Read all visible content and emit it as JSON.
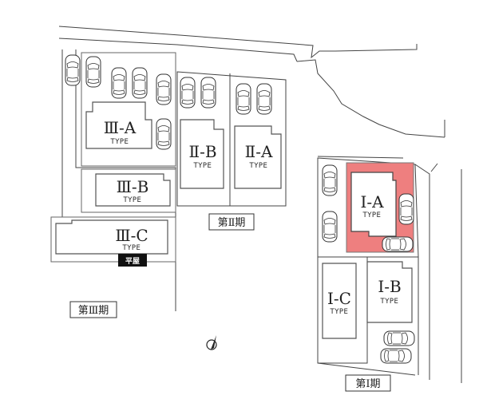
{
  "lots": [
    {
      "name": "Ⅲ-A",
      "type": "TYPE"
    },
    {
      "name": "Ⅲ-B",
      "type": "TYPE"
    },
    {
      "name": "Ⅲ-C",
      "type": "TYPE",
      "badge": "平屋"
    },
    {
      "name": "Ⅱ-B",
      "type": "TYPE"
    },
    {
      "name": "Ⅱ-A",
      "type": "TYPE"
    },
    {
      "name": "Ⅰ-A",
      "type": "TYPE",
      "highlight_color": "#ee7f7f"
    },
    {
      "name": "Ⅰ-C",
      "type": "TYPE"
    },
    {
      "name": "Ⅰ-B",
      "type": "TYPE"
    }
  ],
  "phases": {
    "phase1": "第Ⅰ期",
    "phase2": "第Ⅱ期",
    "phase3": "第Ⅲ期"
  },
  "icons": {
    "north": "north-arrow-icon",
    "car": "car-icon"
  },
  "colors": {
    "highlight": "#ee7f7f",
    "line": "#444444"
  }
}
